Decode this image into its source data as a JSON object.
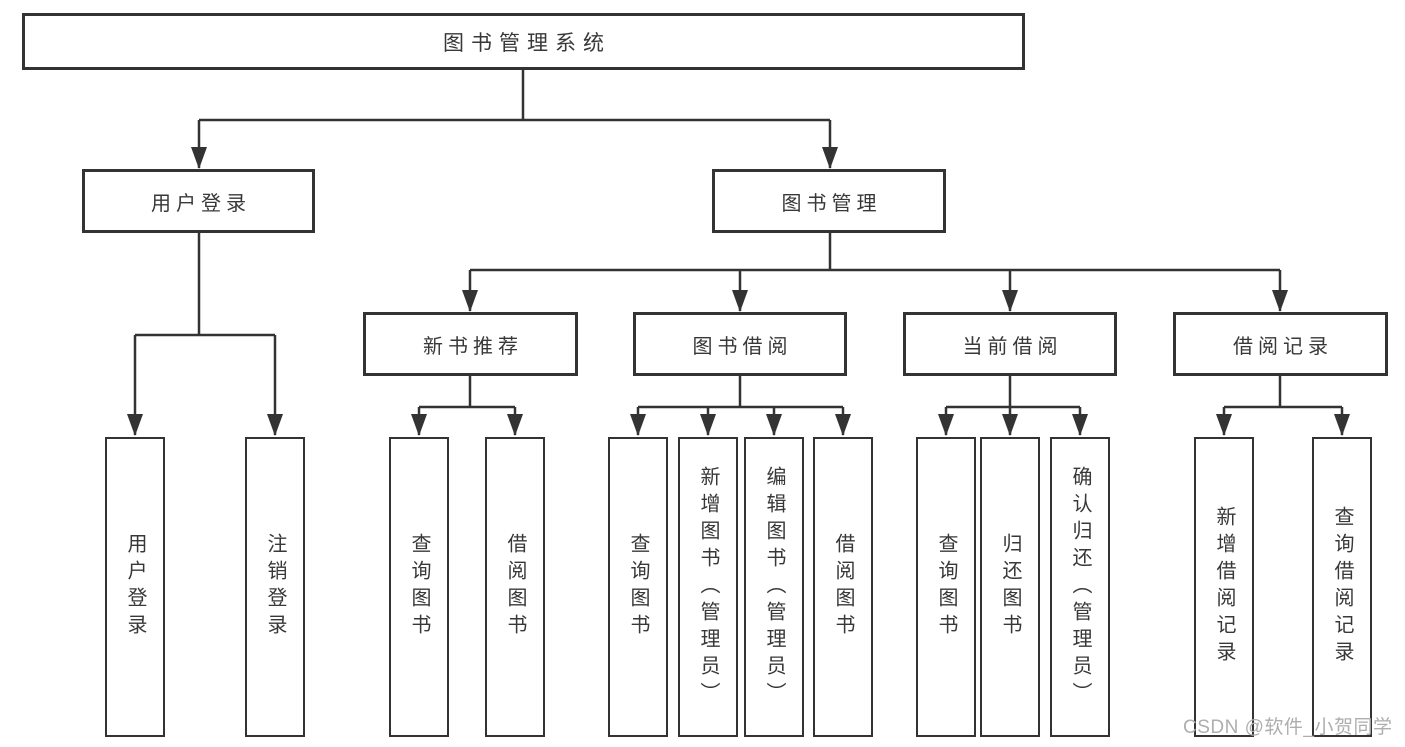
{
  "watermark": {
    "text": "CSDN @软件_小贺同学",
    "color": "#aeaeae"
  },
  "diagram": {
    "type": "tree-flowchart",
    "line_color": "#333333",
    "box_border_color": "#333333",
    "box_fill_color": "#ffffff",
    "text_color": "#383838",
    "background": "#ffffff"
  },
  "tree": {
    "root": {
      "label": "图书管理系统",
      "children": [
        {
          "label": "用户登录",
          "children": [
            {
              "label": "用户登录"
            },
            {
              "label": "注销登录"
            }
          ]
        },
        {
          "label": "图书管理",
          "children": [
            {
              "label": "新书推荐",
              "children": [
                {
                  "label": "查询图书"
                },
                {
                  "label": "借阅图书"
                }
              ]
            },
            {
              "label": "图书借阅",
              "children": [
                {
                  "label": "查询图书"
                },
                {
                  "label": "新增图书（管理员）"
                },
                {
                  "label": "编辑图书（管理员）"
                },
                {
                  "label": "借阅图书"
                }
              ]
            },
            {
              "label": "当前借阅",
              "children": [
                {
                  "label": "查询图书"
                },
                {
                  "label": "归还图书"
                },
                {
                  "label": "确认归还（管理员）"
                }
              ]
            },
            {
              "label": "借阅记录",
              "children": [
                {
                  "label": "新增借阅记录"
                },
                {
                  "label": "查询借阅记录"
                }
              ]
            }
          ]
        }
      ]
    }
  }
}
